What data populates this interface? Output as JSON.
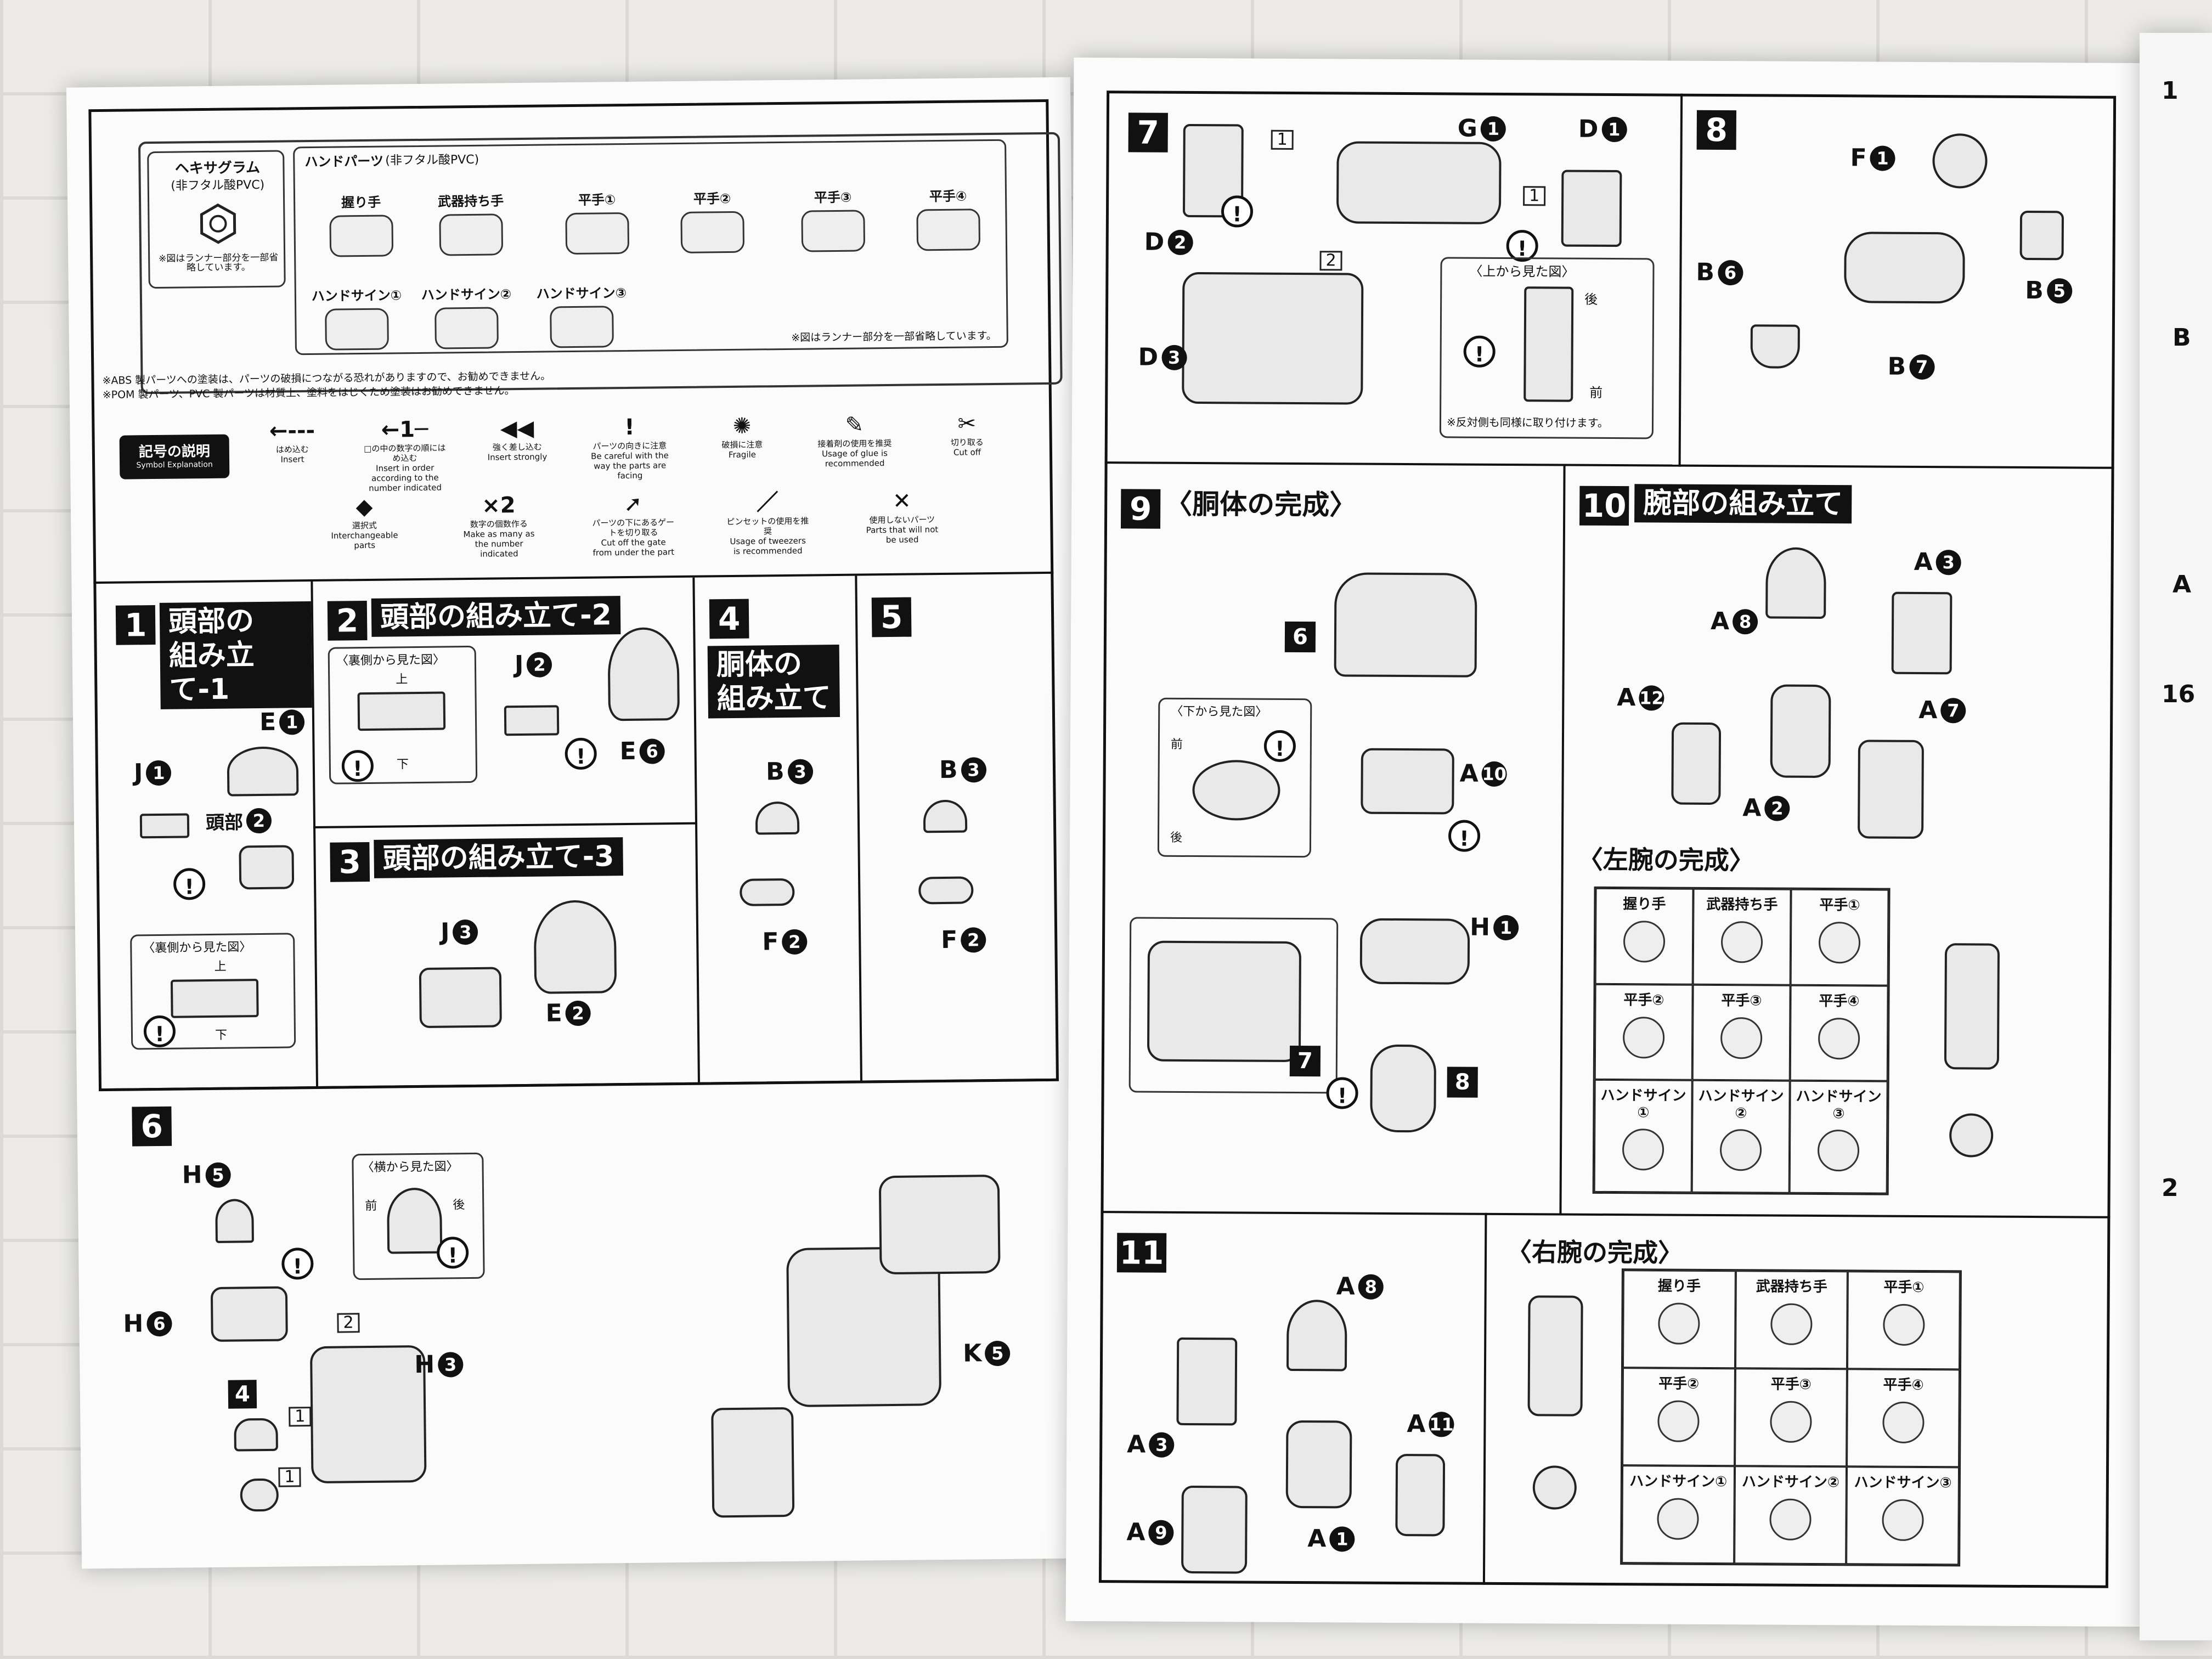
{
  "left": {
    "hexagram": {
      "title": "ヘキサグラム",
      "sub": "(非フタル酸PVC)",
      "note": "※図はランナー部分を一部省略しています。"
    },
    "hand_parts": {
      "title": "ハンドパーツ",
      "sub": "(非フタル酸PVC)",
      "items": [
        "握り手",
        "武器持ち手",
        "平手①",
        "平手②",
        "平手③",
        "平手④",
        "ハンドサイン①",
        "ハンドサイン②",
        "ハンドサイン③"
      ],
      "note": "※図はランナー部分を一部省略しています。"
    },
    "paint_notes": [
      "※ABS 製パーツへの塗装は、パーツの破損につながる恐れがありますので、お勧めできません。",
      "※POM 製パーツ、PVC 製パーツは材質上、塗料をはじくため塗装はお勧めできません。"
    ],
    "symbols_title": "記号の説明",
    "symbols_sub": "Symbol Explanation",
    "symbols": [
      {
        "glyph": "←---",
        "jp": "はめ込む",
        "en": "Insert"
      },
      {
        "glyph": "←1─",
        "jp": "□の中の数字の順にはめ込む",
        "en": "Insert in order according to the number indicated"
      },
      {
        "glyph": "◀◀",
        "jp": "強く差し込む",
        "en": "Insert strongly"
      },
      {
        "glyph": "!",
        "jp": "パーツの向きに注意",
        "en": "Be careful with the way the parts are facing"
      },
      {
        "glyph": "✺",
        "jp": "破損に注意",
        "en": "Fragile"
      },
      {
        "glyph": "✎",
        "jp": "接着剤の使用を推奨",
        "en": "Usage of glue is recommended"
      },
      {
        "glyph": "✂",
        "jp": "切り取る",
        "en": "Cut off"
      },
      {
        "glyph": "◆",
        "jp": "選択式",
        "en": "Interchangeable parts"
      },
      {
        "glyph": "×2",
        "jp": "数字の個数作る",
        "en": "Make as many as the number indicated"
      },
      {
        "glyph": "➚",
        "jp": "パーツの下にあるゲートを切り取る",
        "en": "Cut off the gate from under the part"
      },
      {
        "glyph": "／",
        "jp": "ピンセットの使用を推奨",
        "en": "Usage of tweezers is recommended"
      },
      {
        "glyph": "✕",
        "jp": "使用しないパーツ",
        "en": "Parts that will not be used"
      }
    ],
    "step1": {
      "num": "1",
      "title": "頭部の\n組み立て-1",
      "labels": [
        "E",
        "J",
        "頭部"
      ],
      "nums": [
        "1",
        "1",
        "2"
      ],
      "view": "〈裏側から見た図〉",
      "up": "上",
      "down": "下"
    },
    "step2": {
      "num": "2",
      "title": "頭部の組み立て-2",
      "view": "〈裏側から見た図〉",
      "up": "上",
      "down": "下",
      "labels": [
        "J",
        "E"
      ],
      "nums": [
        "2",
        "6"
      ]
    },
    "step3": {
      "num": "3",
      "title": "頭部の組み立て-3",
      "labels": [
        "J",
        "E"
      ],
      "nums": [
        "3",
        "2"
      ]
    },
    "step4": {
      "num": "4",
      "title": "胴体の\n組み立て",
      "labels": [
        "B",
        "F"
      ],
      "nums": [
        "3",
        "2"
      ]
    },
    "step5": {
      "num": "5",
      "labels": [
        "B",
        "F"
      ],
      "nums": [
        "3",
        "2"
      ]
    },
    "step6": {
      "num": "6",
      "view": "〈横から見た図〉",
      "front": "前",
      "back": "後",
      "labels": [
        "H",
        "H",
        "H",
        "K"
      ],
      "nums": [
        "5",
        "6",
        "3",
        "5"
      ],
      "seq": [
        "2",
        "1",
        "1"
      ],
      "sub": "4"
    }
  },
  "right": {
    "step7": {
      "num": "7",
      "labels": [
        "G",
        "D",
        "D",
        "D"
      ],
      "nums": [
        "1",
        "1",
        "2",
        "3"
      ],
      "seq": [
        "1",
        "1",
        "2"
      ],
      "view": "〈上から見た図〉",
      "back": "後",
      "front": "前",
      "note": "※反対側も同様に取り付けます。"
    },
    "step8": {
      "num": "8",
      "labels": [
        "F",
        "B",
        "B",
        "B"
      ],
      "nums": [
        "1",
        "6",
        "5",
        "7"
      ]
    },
    "step9": {
      "num": "9",
      "title": "〈胴体の完成〉",
      "view": "〈下から見た図〉",
      "front": "前",
      "back": "後",
      "labels": [
        "A",
        "H"
      ],
      "nums": [
        "10",
        "1"
      ],
      "subs": [
        "6",
        "7",
        "8"
      ]
    },
    "step10": {
      "num": "10",
      "title": "腕部の組み立て",
      "labels": [
        "A",
        "A",
        "A",
        "A",
        "A"
      ],
      "nums": [
        "3",
        "8",
        "12",
        "7",
        "2"
      ],
      "left_title": "〈左腕の完成〉"
    },
    "step11": {
      "num": "11",
      "labels": [
        "A",
        "A",
        "A",
        "A",
        "A"
      ],
      "nums": [
        "8",
        "3",
        "11",
        "9",
        "1"
      ],
      "right_title": "〈右腕の完成〉"
    },
    "hands": [
      "握り手",
      "武器持ち手",
      "平手①",
      "平手②",
      "平手③",
      "平手④",
      "ハンドサイン①",
      "ハンドサイン②",
      "ハンドサイン③"
    ]
  },
  "edge": {
    "labels": [
      "1",
      "B",
      "A",
      "16",
      "2"
    ]
  }
}
